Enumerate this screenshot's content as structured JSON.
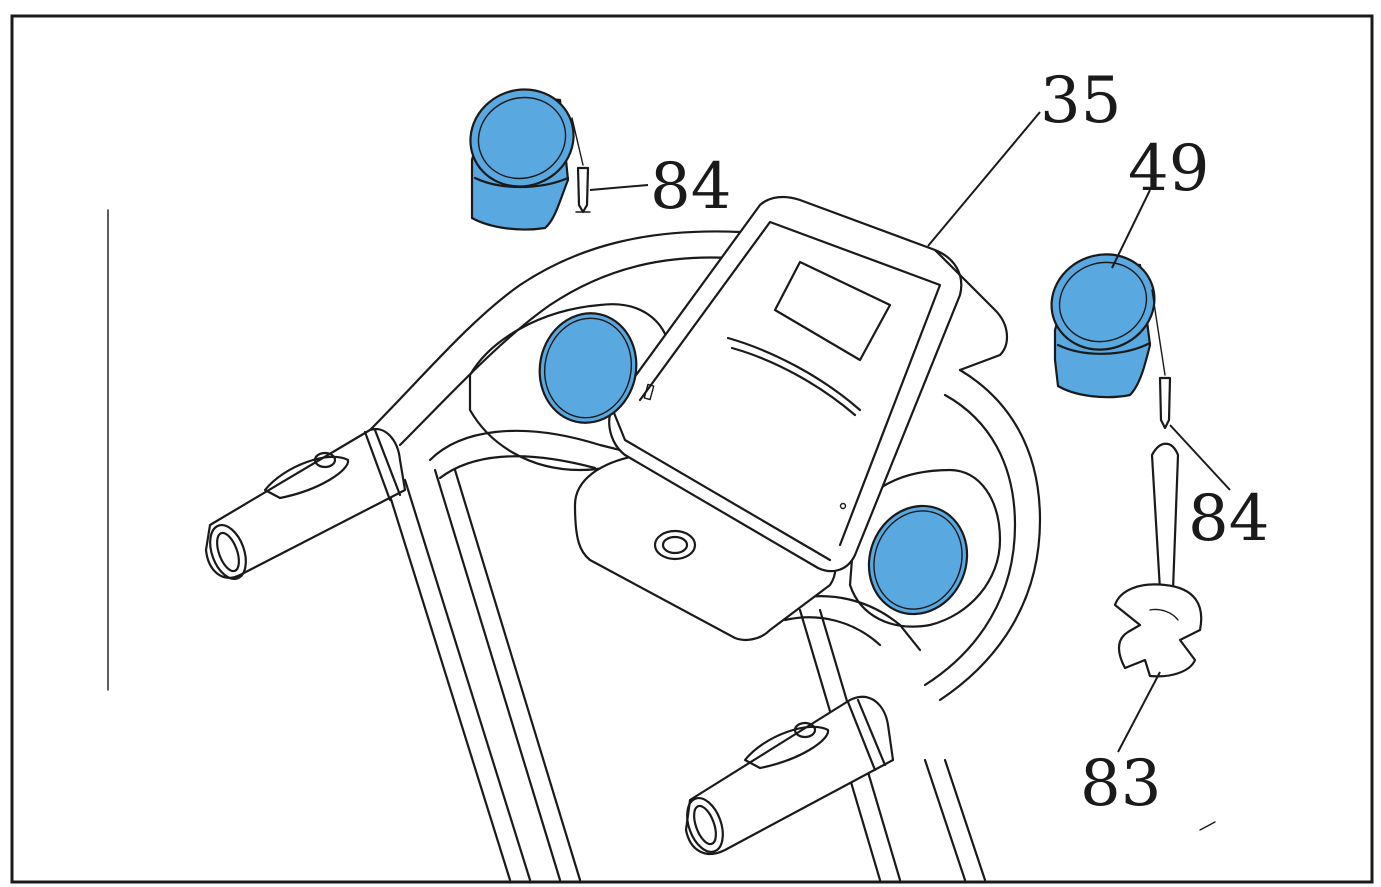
{
  "colors": {
    "part_fill": "#5aa8e0",
    "part_fill_dark": "#3f8fcf",
    "line": "#1a1a1a",
    "background": "#ffffff"
  },
  "callouts": {
    "label_35": "35",
    "label_49": "49",
    "label_84_left": "84",
    "label_84_right": "84",
    "label_83": "83"
  }
}
